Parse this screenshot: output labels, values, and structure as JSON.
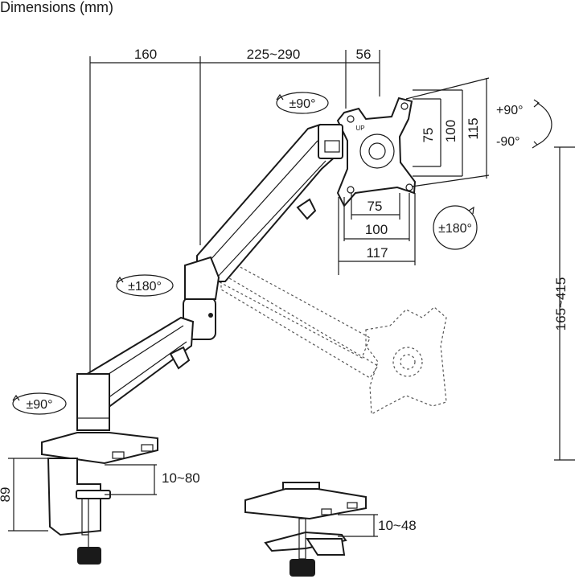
{
  "title": "Dimensions (mm)",
  "top_dimensions": {
    "a": "160",
    "b": "225~290",
    "c": "56"
  },
  "vesa_dimensions": {
    "v75": "75",
    "v100": "100",
    "v115": "115",
    "h75": "75",
    "h100": "100",
    "h117": "117"
  },
  "tilt": {
    "up": "+90°",
    "down": "-90°"
  },
  "rotations": {
    "head": "±90°",
    "rotate": "±180°",
    "elbow": "±180°",
    "base": "±90°"
  },
  "height_range": "165~415",
  "clamp": {
    "height": "89",
    "clamp_range": "10~80"
  },
  "grommet": {
    "range": "10~48"
  },
  "plate_label": "UP"
}
